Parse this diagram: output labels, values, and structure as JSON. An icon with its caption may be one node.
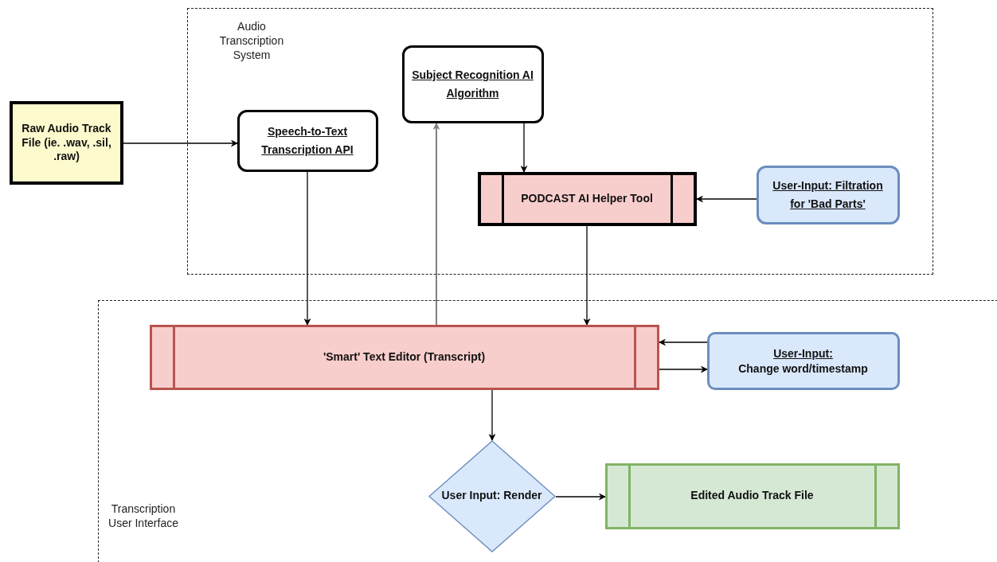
{
  "diagram": {
    "nodes": [
      {
        "text": [
          "Audio Transcription System"
        ]
      },
      {
        "text": [
          "Raw Audio Track File (ie. .wav, .sil, .raw)"
        ]
      },
      {
        "text": [
          "Speech-to-Text Transcription API"
        ],
        "in": 0
      },
      {
        "text": [
          "Subject Recognition AI Algorithm"
        ],
        "in": 0
      },
      {
        "text": [
          "PODCAST AI Helper Tool"
        ],
        "in": 0
      },
      {
        "text": [
          "User-Input: Filtration for 'Bad Parts'"
        ],
        "in": 0
      },
      {
        "text": [
          "Transcription User Interface"
        ]
      },
      {
        "text": [
          "'Smart' Text Editor (Transcript)"
        ],
        "in": 6
      },
      {
        "text": [
          "User-Input:",
          "Change word/timestamp"
        ],
        "in": 6
      },
      {
        "text": [
          "User Input: Render"
        ],
        "in": 6
      },
      {
        "text": [
          "Edited Audio Track File"
        ],
        "in": 6
      }
    ],
    "edges": [
      {
        "from": 1,
        "to": 2,
        "arrow": "to"
      },
      {
        "from": 2,
        "to": 7,
        "arrow": "to"
      },
      {
        "from": 7,
        "to": 3,
        "arrow": "to",
        "color": "#808080"
      },
      {
        "from": 3,
        "to": 4,
        "arrow": "to"
      },
      {
        "from": 5,
        "to": 4,
        "arrow": "to"
      },
      {
        "from": 4,
        "to": 7,
        "arrow": "to"
      },
      {
        "from": 8,
        "to": 7,
        "arrow": "to"
      },
      {
        "from": 7,
        "to": 8,
        "arrow": "to"
      },
      {
        "from": 7,
        "to": 9,
        "arrow": "to"
      },
      {
        "from": 9,
        "to": 10,
        "arrow": "to"
      }
    ]
  }
}
